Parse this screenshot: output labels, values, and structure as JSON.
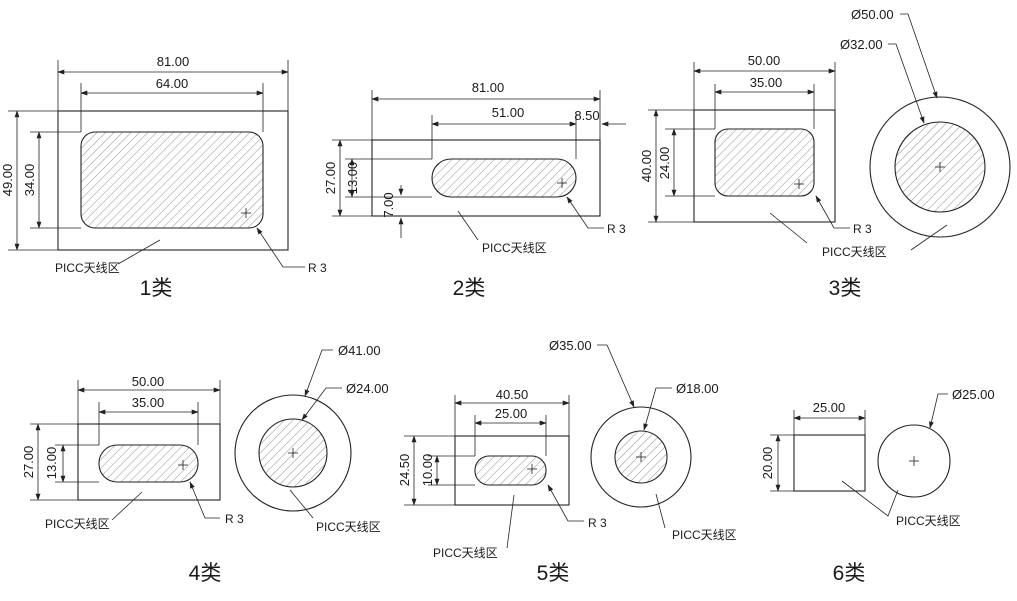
{
  "common": {
    "picc_label": "PICC天线区",
    "radius_label": "R 3"
  },
  "type1": {
    "caption": "1类",
    "outer_width": "81.00",
    "inner_width": "64.00",
    "outer_height": "49.00",
    "inner_height": "34.00"
  },
  "type2": {
    "caption": "2类",
    "outer_width": "81.00",
    "inner_width": "51.00",
    "right_margin": "8.50",
    "outer_height": "27.00",
    "inner_height": "13.00",
    "bottom_margin": "7.00"
  },
  "type3": {
    "caption": "3类",
    "outer_width": "50.00",
    "inner_width": "35.00",
    "outer_height": "40.00",
    "inner_height": "24.00",
    "outer_diameter": "Ø50.00",
    "inner_diameter": "Ø32.00"
  },
  "type4": {
    "caption": "4类",
    "outer_width": "50.00",
    "inner_width": "35.00",
    "outer_height": "27.00",
    "inner_height": "13.00",
    "outer_diameter": "Ø41.00",
    "inner_diameter": "Ø24.00"
  },
  "type5": {
    "caption": "5类",
    "outer_width": "40.50",
    "inner_width": "25.00",
    "outer_height": "24.50",
    "inner_height": "10.00",
    "outer_diameter": "Ø35.00",
    "inner_diameter": "Ø18.00"
  },
  "type6": {
    "caption": "6类",
    "width": "25.00",
    "height": "20.00",
    "diameter": "Ø25.00"
  }
}
